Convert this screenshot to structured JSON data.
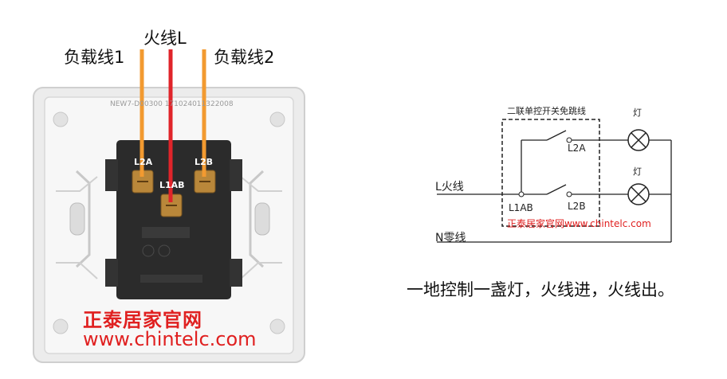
{
  "photo": {
    "labels": {
      "load1": "负载线1",
      "live": "火线L",
      "load2": "负载线2"
    },
    "terminals": {
      "l2a": "L2A",
      "l1ab": "L1AB",
      "l2b": "L2B"
    },
    "engraving": "NEW7-D00300 171024011322008",
    "watermark": {
      "name": "正泰居家官网",
      "url": "www.chintelc.com"
    },
    "wire_colors": {
      "load": "#f29a30",
      "live": "#e0242a"
    }
  },
  "schematic": {
    "box_title": "二联单控开关免跳线",
    "lamp_label_1": "灯",
    "lamp_label_2": "灯",
    "live_label": "L火线",
    "neutral_label": "N零线",
    "node_l2a": "L2A",
    "node_l1ab": "L1AB",
    "node_l2b": "L2B",
    "watermark": "正泰居家官网www.chintelc.com"
  },
  "caption": "一地控制一盏灯，火线进，火线出。"
}
